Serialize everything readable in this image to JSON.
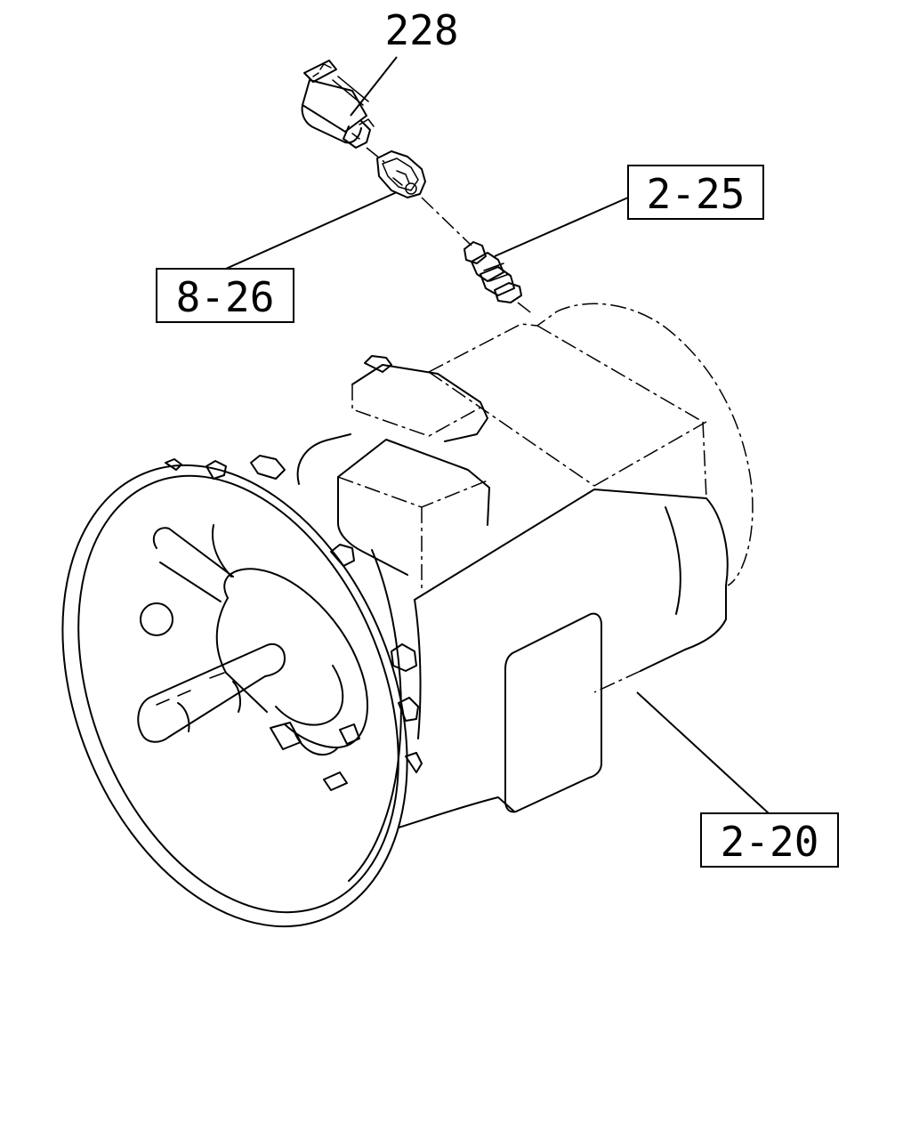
{
  "callouts": {
    "part_228": "228",
    "part_2_25": "2-25",
    "part_8_26": "8-26",
    "part_2_20": "2-20"
  }
}
